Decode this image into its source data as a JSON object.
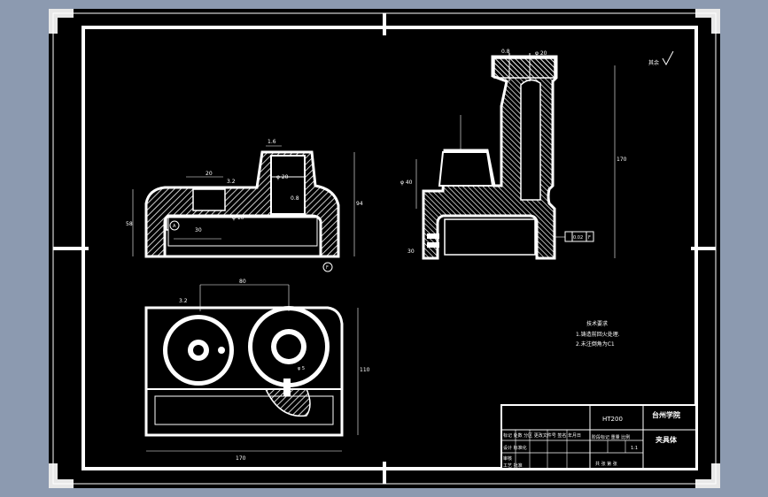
{
  "drawing": {
    "background_color": "#000000",
    "frame_color": "#ffffff",
    "surround_color": "#8c9ab0",
    "hatch_color": "#ffffff"
  },
  "roughness": {
    "symbol_label": "其余"
  },
  "front_view": {
    "dim_top": "1.6",
    "dim_20": "20",
    "dim_3_2": "3.2",
    "dim_bore": "φ 20",
    "dim_0_8": "0.8",
    "dim_hole": "φ 10",
    "dim_30": "30",
    "dim_58": "58",
    "dim_right": "94",
    "datum": "A",
    "section_mark": "F"
  },
  "side_view": {
    "dim_top": "φ 20",
    "dim_top_left": "0.8",
    "dim_left": "φ 40",
    "dim_bottom": "30",
    "dim_height": "170",
    "tolerance": "0.02",
    "tolerance_datum": "F"
  },
  "top_view": {
    "dim_left": "3.2",
    "dim_80": "80",
    "dim_width": "170",
    "dim_height": "110",
    "dim_slot": "φ 5"
  },
  "tech_req": {
    "title": "技术要求",
    "line1": "1.铸造前回火处理.",
    "line2": "2.未注倒角为C1"
  },
  "title_block": {
    "material": "HT200",
    "school": "台州学院",
    "part_name": "夹具体",
    "scale": "1:1",
    "header_row": "标记 处数 分区 更改文件号 签名 年月日",
    "design_row": "设计 标准化",
    "stage_row": "阶段标记 重量 比例",
    "review_row": "审核",
    "process_row": "工艺 批准",
    "sheet_row": "共 张 第 张"
  }
}
